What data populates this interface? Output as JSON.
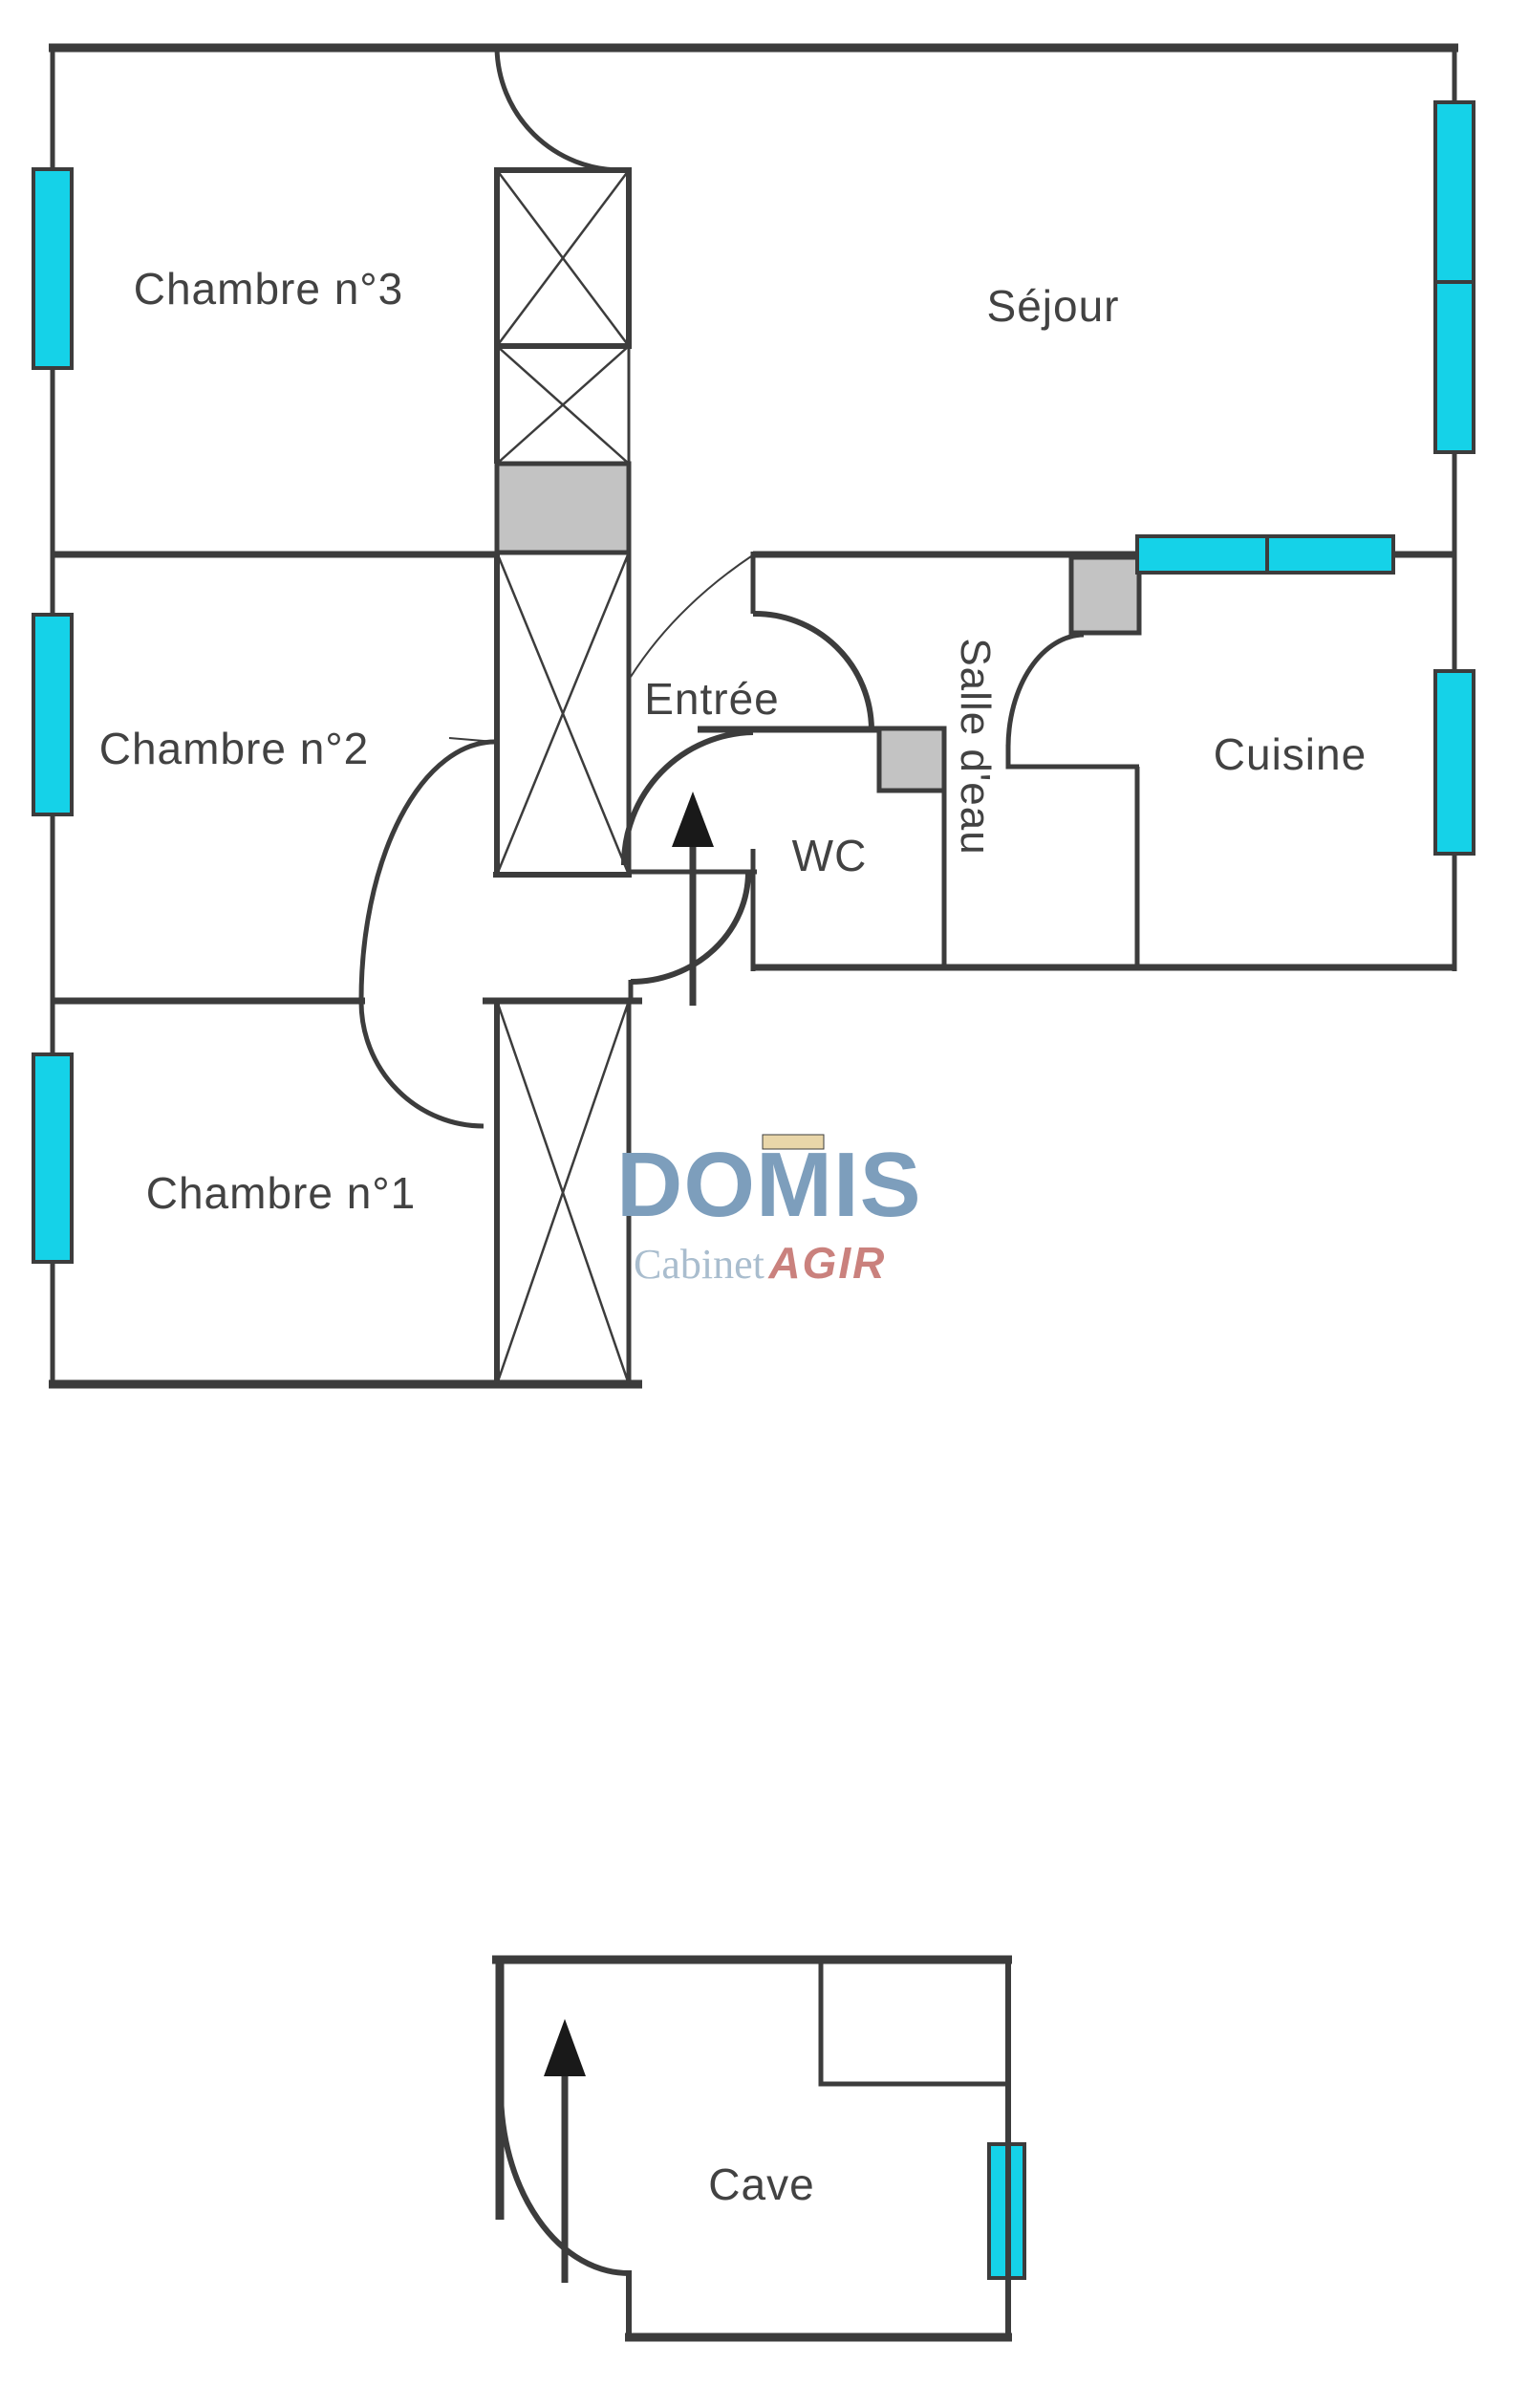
{
  "plan": {
    "rooms": [
      {
        "name": "chambre-3",
        "label": "Chambre n°3"
      },
      {
        "name": "sejour",
        "label": "Séjour"
      },
      {
        "name": "chambre-2",
        "label": "Chambre n°2"
      },
      {
        "name": "entree",
        "label": "Entrée"
      },
      {
        "name": "salle-d-eau",
        "label": "Salle d'eau"
      },
      {
        "name": "wc",
        "label": "WC"
      },
      {
        "name": "cuisine",
        "label": "Cuisine"
      },
      {
        "name": "chambre-1",
        "label": "Chambre n°1"
      },
      {
        "name": "cave",
        "label": "Cave"
      }
    ],
    "colors": {
      "wall": "#3c3c3c",
      "window_fill": "#15d2e8",
      "window_border": "#0f3b4d",
      "duct_fill": "#c3c3c3",
      "label_text": "#424242"
    }
  },
  "logo": {
    "brand": "DOMIS",
    "tagline_prefix": "Cabinet",
    "tagline_brand": "AGIR",
    "colors": {
      "brand": "#7d9ebc",
      "tagline_prefix": "#a9bdce",
      "tagline_brand": "#ca817d",
      "accent_bar": "#e9d6a9"
    }
  }
}
